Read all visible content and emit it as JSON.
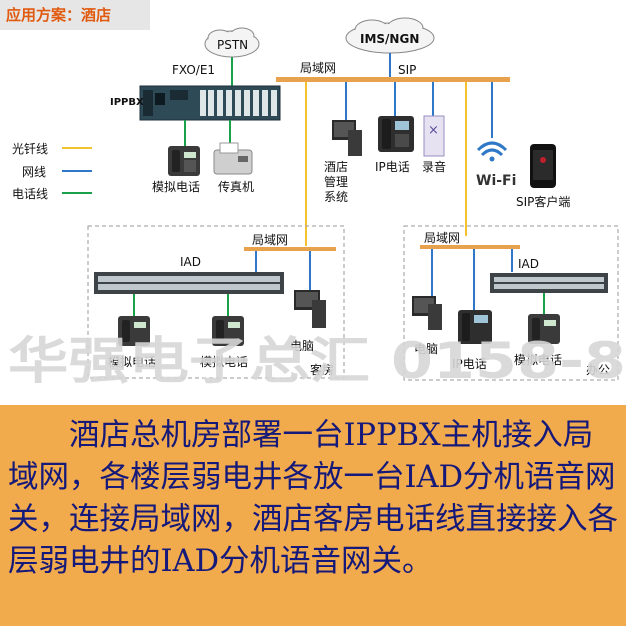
{
  "header": {
    "title": "应用方案：酒店"
  },
  "colors": {
    "fiber": "#f2c230",
    "network": "#2f78c8",
    "phone": "#1aa24a",
    "header_bg": "#e6e6e6",
    "header_text": "#e05a10",
    "caption_bg": "#f1aa4c",
    "caption_text": "#15197a"
  },
  "nodes": {
    "pstn": "PSTN",
    "ims": "IMS/NGN",
    "fxo": "FXO/E1",
    "lan_top": "局域网",
    "sip": "SIP",
    "ippbx": "IPPBX",
    "analog_phone": "模拟电话",
    "fax": "传真机",
    "hotel_mgmt": "酒店\n管理\n系统",
    "ip_phone": "IP电话",
    "recording": "录音",
    "wifi": "Wi-Fi",
    "sip_client": "SIP客户端"
  },
  "legend": [
    {
      "label": "光钎线",
      "color_key": "fiber"
    },
    {
      "label": "网线",
      "color_key": "network"
    },
    {
      "label": "电话线",
      "color_key": "phone"
    }
  ],
  "left_group": {
    "lan": "局域网",
    "iad": "IAD",
    "phone1": "模拟电话",
    "phone2": "模拟电话",
    "pc": "电脑",
    "room": "客房"
  },
  "right_group": {
    "lan": "局域网",
    "iad": "IAD",
    "pc": "电脑",
    "ip_phone": "IP电话",
    "phone": "模拟电话",
    "office": "办公"
  },
  "watermark": "华强电子总汇 0158-8",
  "caption": "酒店总机房部署一台IPPBX主机接入局域网，各楼层弱电井各放一台IAD分机语音网关，连接局域网，酒店客房电话线直接接入各层弱电井的IAD分机语音网关。"
}
